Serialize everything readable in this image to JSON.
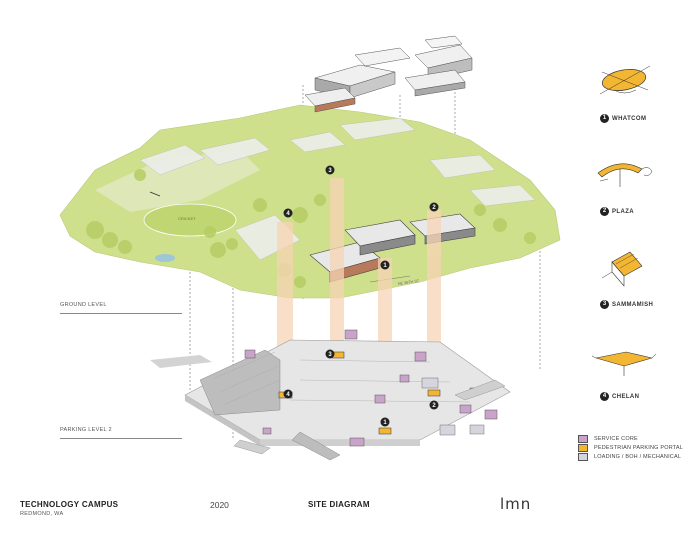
{
  "levels": {
    "ground": "GROUND LEVEL",
    "parking": "PARKING LEVEL 2"
  },
  "map_labels": {
    "cricket": "CRICKET",
    "street": "NE 36TH ST"
  },
  "markers": [
    "1",
    "2",
    "3",
    "4"
  ],
  "legend": [
    {
      "num": "1",
      "label": "WHATCOM"
    },
    {
      "num": "2",
      "label": "PLAZA"
    },
    {
      "num": "3",
      "label": "SAMMAMISH"
    },
    {
      "num": "4",
      "label": "CHELAN"
    }
  ],
  "key": [
    {
      "label": "SERVICE CORE",
      "color": "#c9a3c9"
    },
    {
      "label": "PEDESTRIAN PARKING PORTAL",
      "color": "#f2b632"
    },
    {
      "label": "LOADING / BOH / MECHANICAL",
      "color": "#d8d4de"
    }
  ],
  "footer": {
    "project": "TECHNOLOGY CAMPUS",
    "location": "REDMOND, WA",
    "year": "2020",
    "title": "SITE DIAGRAM",
    "logo": "lmn"
  },
  "colors": {
    "site_green": "#cfe08c",
    "accent": "#f2b632",
    "portal": "#f8d5b5",
    "core": "#c9a3c9"
  }
}
